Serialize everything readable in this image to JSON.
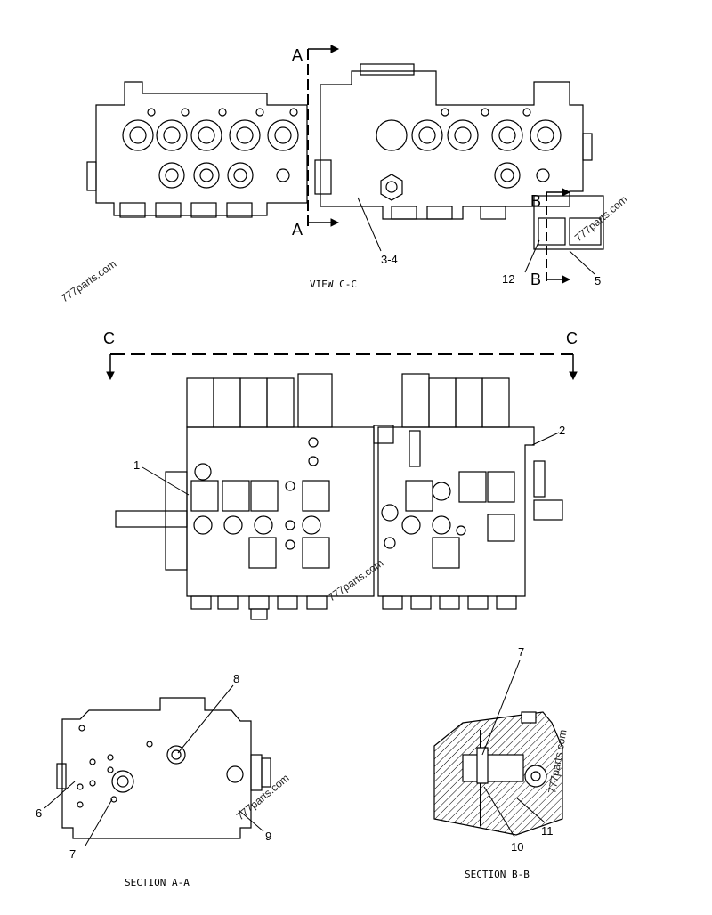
{
  "views": {
    "top": {
      "caption": "VIEW C-C"
    },
    "front": {},
    "section_a": {
      "caption": "SECTION A-A"
    },
    "section_b": {
      "caption": "SECTION B-B"
    }
  },
  "section_markers": {
    "a_top": "A",
    "a_bottom": "A",
    "b_top": "B",
    "b_bottom": "B",
    "c_left": "C",
    "c_right": "C"
  },
  "callouts": {
    "top_3_4": "3-4",
    "top_12": "12",
    "top_5": "5",
    "front_1": "1",
    "front_2": "2",
    "a_8": "8",
    "a_6": "6",
    "a_7": "7",
    "a_9": "9",
    "b_7": "7",
    "b_10": "10",
    "b_11": "11"
  },
  "watermarks": {
    "w1": "777parts.com",
    "w2": "777parts.com",
    "w3": "777parts.com",
    "w4": "777parts.com",
    "w5": "777parts.com"
  }
}
